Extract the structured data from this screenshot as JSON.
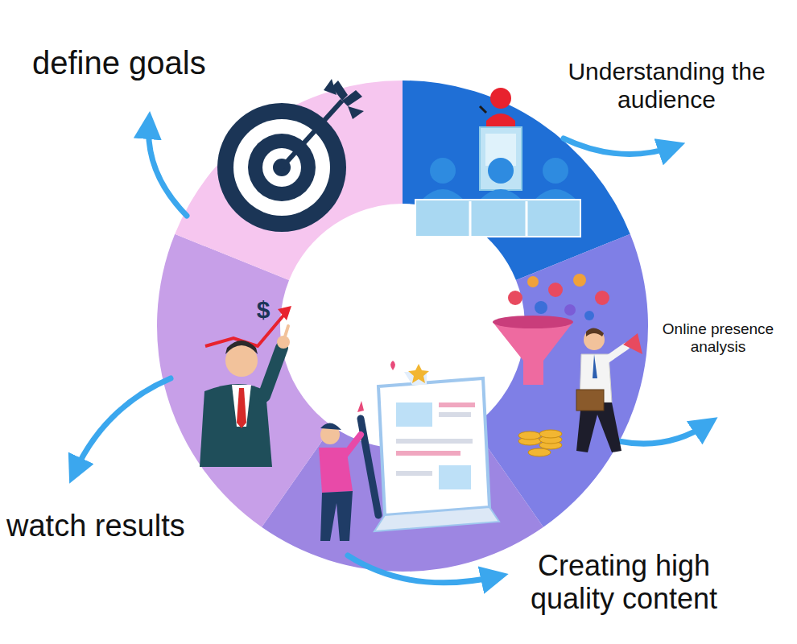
{
  "diagram": {
    "labels": [
      "define goals",
      "Understanding the audience",
      "Online presence analysis",
      "Creating high quality content",
      "watch results",
      "$"
    ]
  }
}
